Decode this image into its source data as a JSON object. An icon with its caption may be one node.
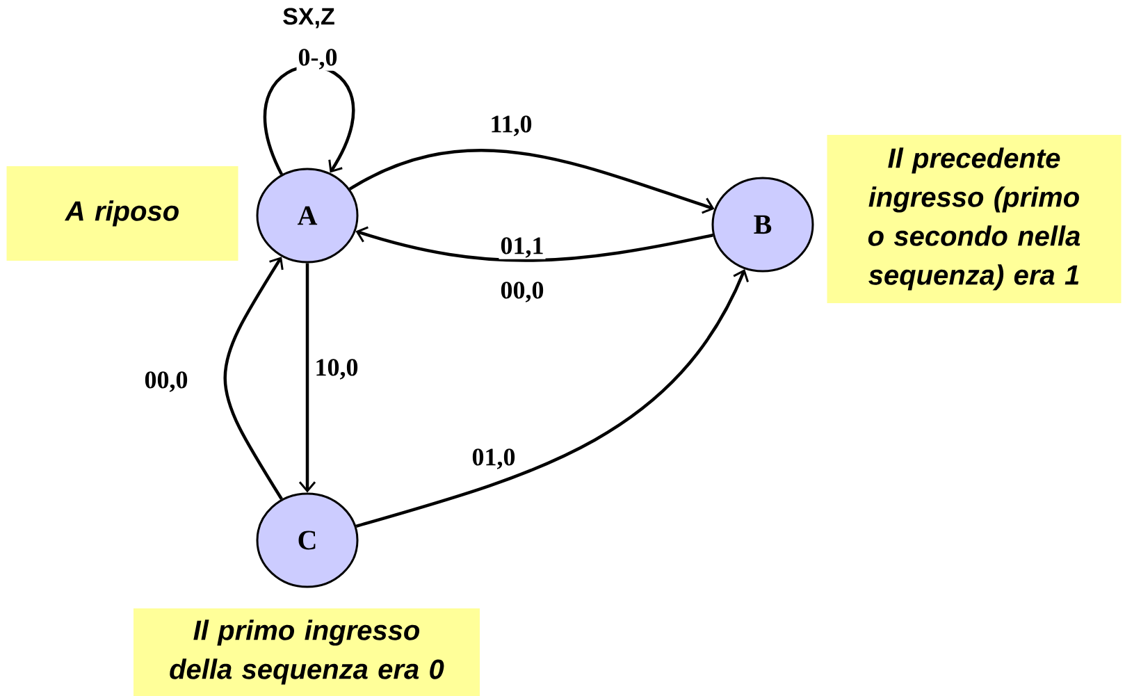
{
  "diagram": {
    "nodes": [
      {
        "text": [
          "A"
        ]
      },
      {
        "text": [
          "B"
        ]
      },
      {
        "text": [
          "C"
        ]
      },
      {
        "text": [
          "A riposo"
        ]
      },
      {
        "text": [
          "Il precedente ingresso (primo o secondo nella sequenza) era 1"
        ]
      },
      {
        "text": [
          "Il primo ingresso della sequenza era 0"
        ]
      }
    ],
    "edges": [
      {
        "from": 0,
        "to": 0,
        "arrow": "to",
        "label": "0-,0"
      },
      {
        "from": 0,
        "to": 1,
        "arrow": "to",
        "label": "11,0"
      },
      {
        "from": 1,
        "to": 0,
        "arrow": "to",
        "label": "01,1"
      },
      {
        "from": 0,
        "to": 2,
        "arrow": "to",
        "label": "10,0"
      },
      {
        "from": 2,
        "to": 0,
        "arrow": "to",
        "label": "00,0"
      },
      {
        "from": 2,
        "to": 1,
        "arrow": "to",
        "label": "01,0"
      }
    ],
    "labels": [
      "SX,Z",
      "00,0"
    ]
  }
}
